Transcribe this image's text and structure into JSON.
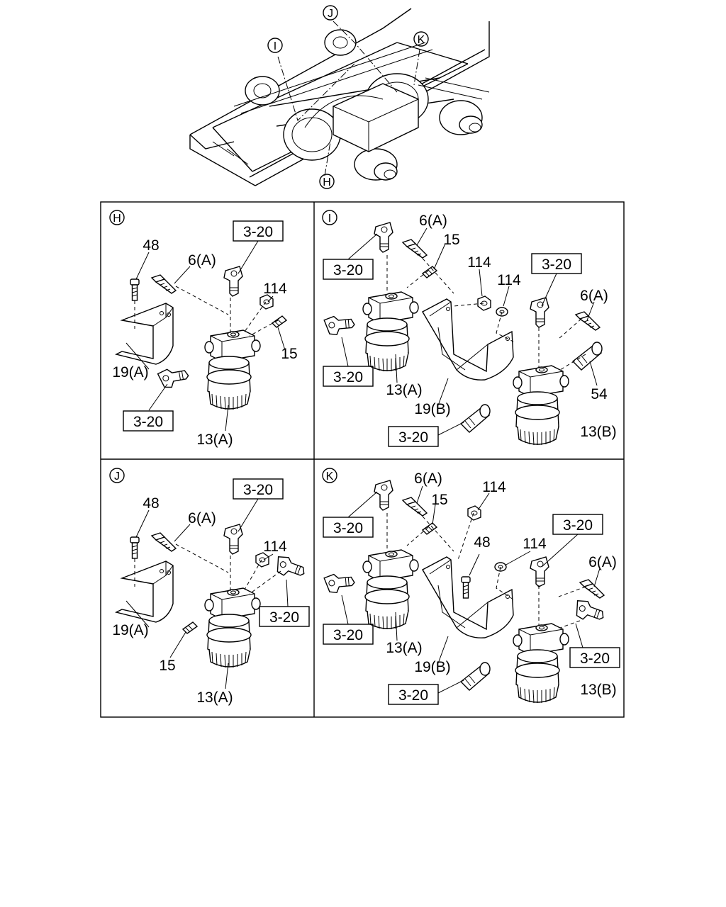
{
  "overview": {
    "callouts": [
      "I",
      "J",
      "K",
      "H"
    ]
  },
  "panels": {
    "H": {
      "letter": "H",
      "labels": {
        "p48": "48",
        "p6a": "6(A)",
        "p114": "114",
        "p15": "15",
        "p19a": "19(A)",
        "p13a": "13(A)",
        "ref1": "3-20",
        "ref2": "3-20"
      }
    },
    "I": {
      "letter": "I",
      "labels": {
        "p6a": "6(A)",
        "p15": "15",
        "p114a": "114",
        "p114b": "114",
        "p6a2": "6(A)",
        "p54": "54",
        "p13a": "13(A)",
        "p19b": "19(B)",
        "p13b": "13(B)",
        "ref1": "3-20",
        "ref2": "3-20",
        "ref3": "3-20",
        "ref4": "3-20"
      }
    },
    "J": {
      "letter": "J",
      "labels": {
        "p48": "48",
        "p6a": "6(A)",
        "p114": "114",
        "p15": "15",
        "p19a": "19(A)",
        "p13a": "13(A)",
        "ref1": "3-20",
        "ref2": "3-20"
      }
    },
    "K": {
      "letter": "K",
      "labels": {
        "p6a": "6(A)",
        "p15": "15",
        "p114a": "114",
        "p48": "48",
        "p114b": "114",
        "p6a2": "6(A)",
        "p13a": "13(A)",
        "p19b": "19(B)",
        "p13b": "13(B)",
        "ref1": "3-20",
        "ref2": "3-20",
        "ref3": "3-20",
        "ref4": "3-20"
      }
    }
  }
}
